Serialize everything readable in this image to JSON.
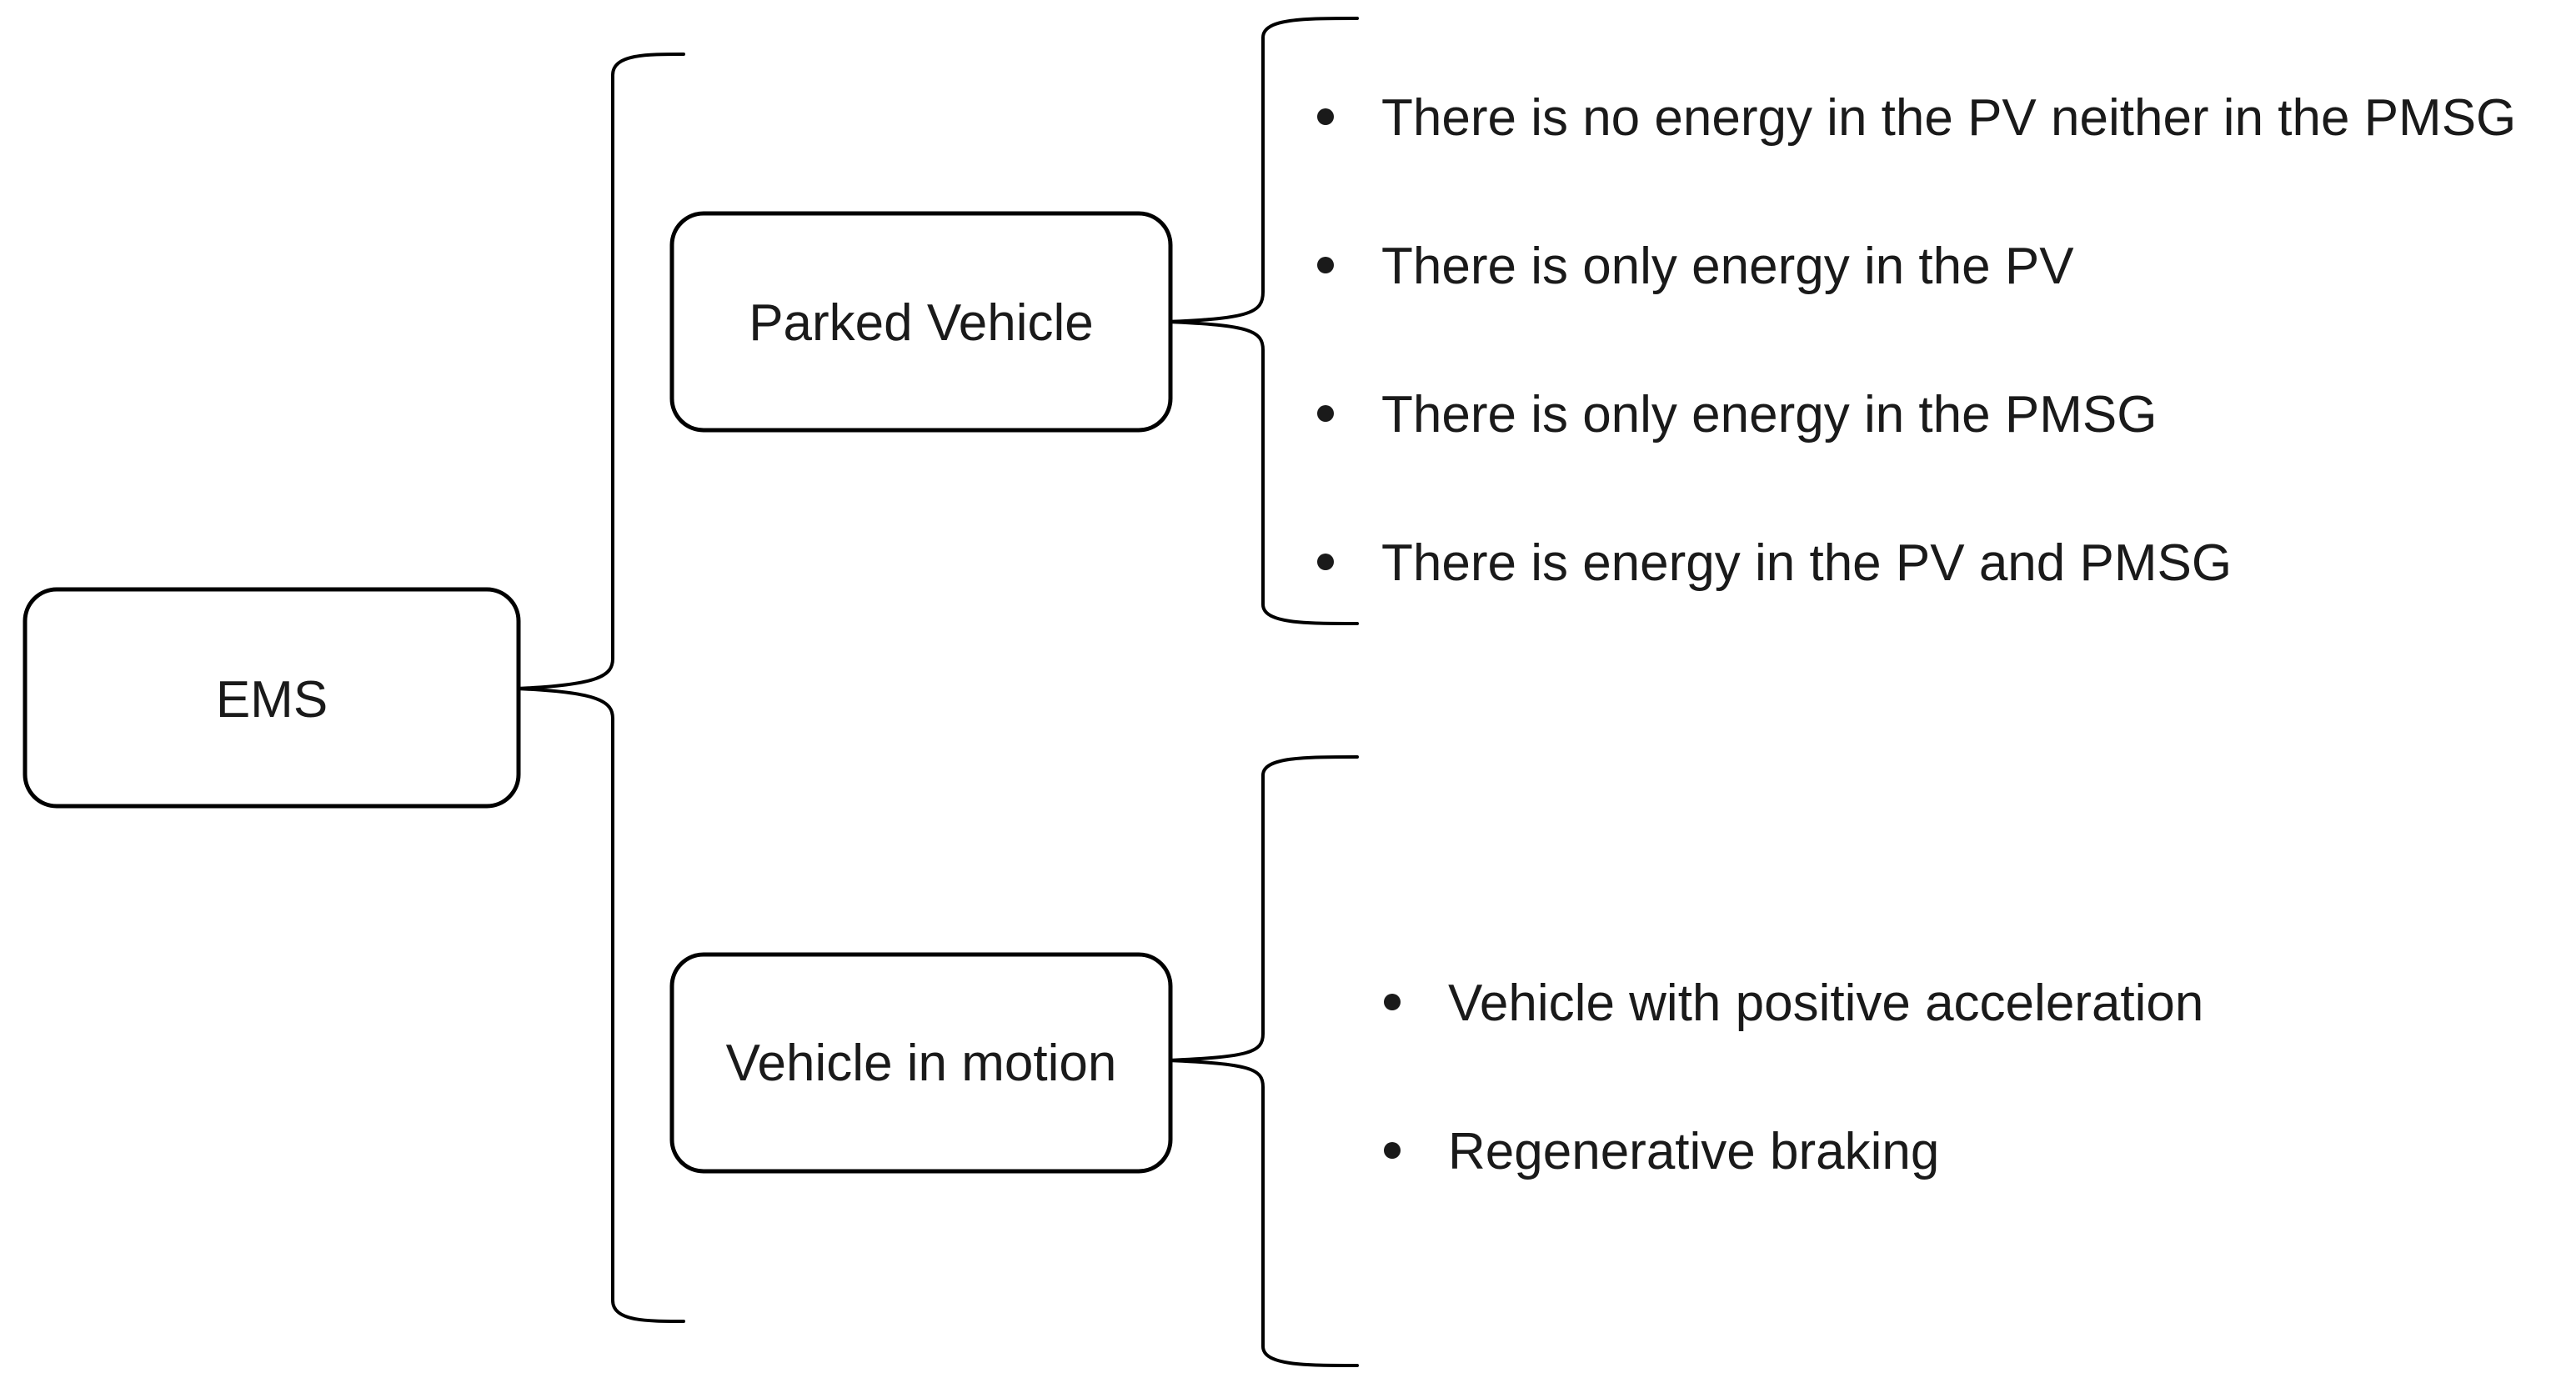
{
  "root": {
    "label": "EMS"
  },
  "branches": [
    {
      "label": "Parked Vehicle",
      "items": [
        "There is no energy in the PV neither in the PMSG",
        "There is only energy in the PV",
        "There is only energy in the PMSG",
        "There is energy in the PV and PMSG"
      ]
    },
    {
      "label": "Vehicle in motion",
      "items": [
        "Vehicle with positive acceleration",
        "Regenerative braking"
      ]
    }
  ]
}
